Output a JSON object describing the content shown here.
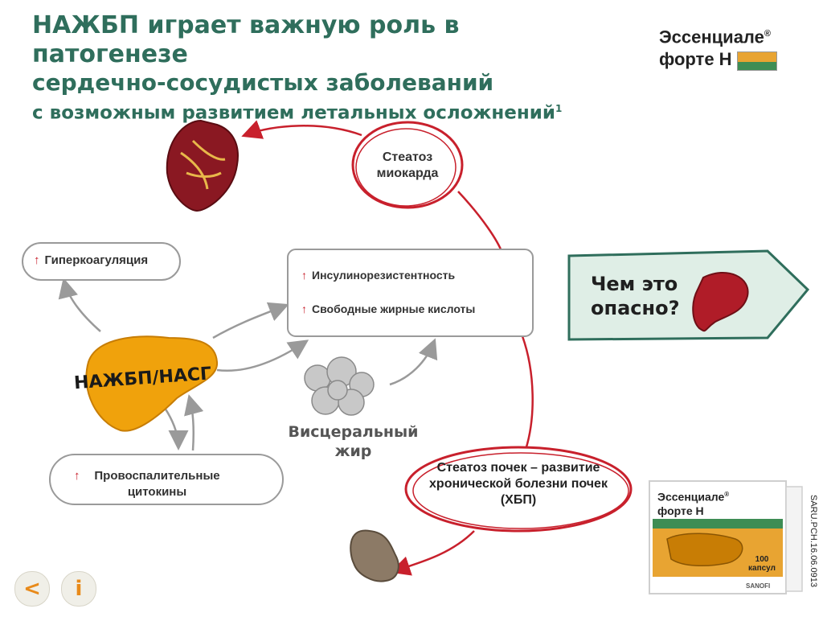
{
  "title": {
    "line1": "НАЖБП играет важную роль в патогенезе",
    "line2": "сердечно-сосудистых заболеваний",
    "line3": "с возможным развитием летальных осложнений",
    "footnote": "1"
  },
  "brand": {
    "line1": "Эссенциале",
    "reg": "®",
    "line2": "форте Н"
  },
  "nodes": {
    "myocardium": "Стеатоз миокарда",
    "hypercoag": "Гиперкоагуляция",
    "insulin": "Инсулинорезистентность",
    "ffa": "Свободные жирные кислоты",
    "liver": "НАЖБП/НАСГ",
    "cytokines": "Провоспалительные цитокины",
    "visceral": "Висцеральный жир",
    "kidney": "Стеатоз почек – развитие хронической болезни почек (ХБП)"
  },
  "danger": {
    "line1": "Чем это",
    "line2": "опасно?"
  },
  "product": {
    "line1": "Эссенциале",
    "reg": "®",
    "line2": "форте Н",
    "count": "100",
    "unit": "капсул",
    "maker": "SANOFI"
  },
  "code": "SARU.PCH.16.06.0913",
  "nav": {
    "back": "<",
    "info": "i"
  },
  "colors": {
    "title": "#2f6e5c",
    "accent_red": "#c8202c",
    "orange": "#e88a1a",
    "danger_bg": "#dfeee6"
  }
}
